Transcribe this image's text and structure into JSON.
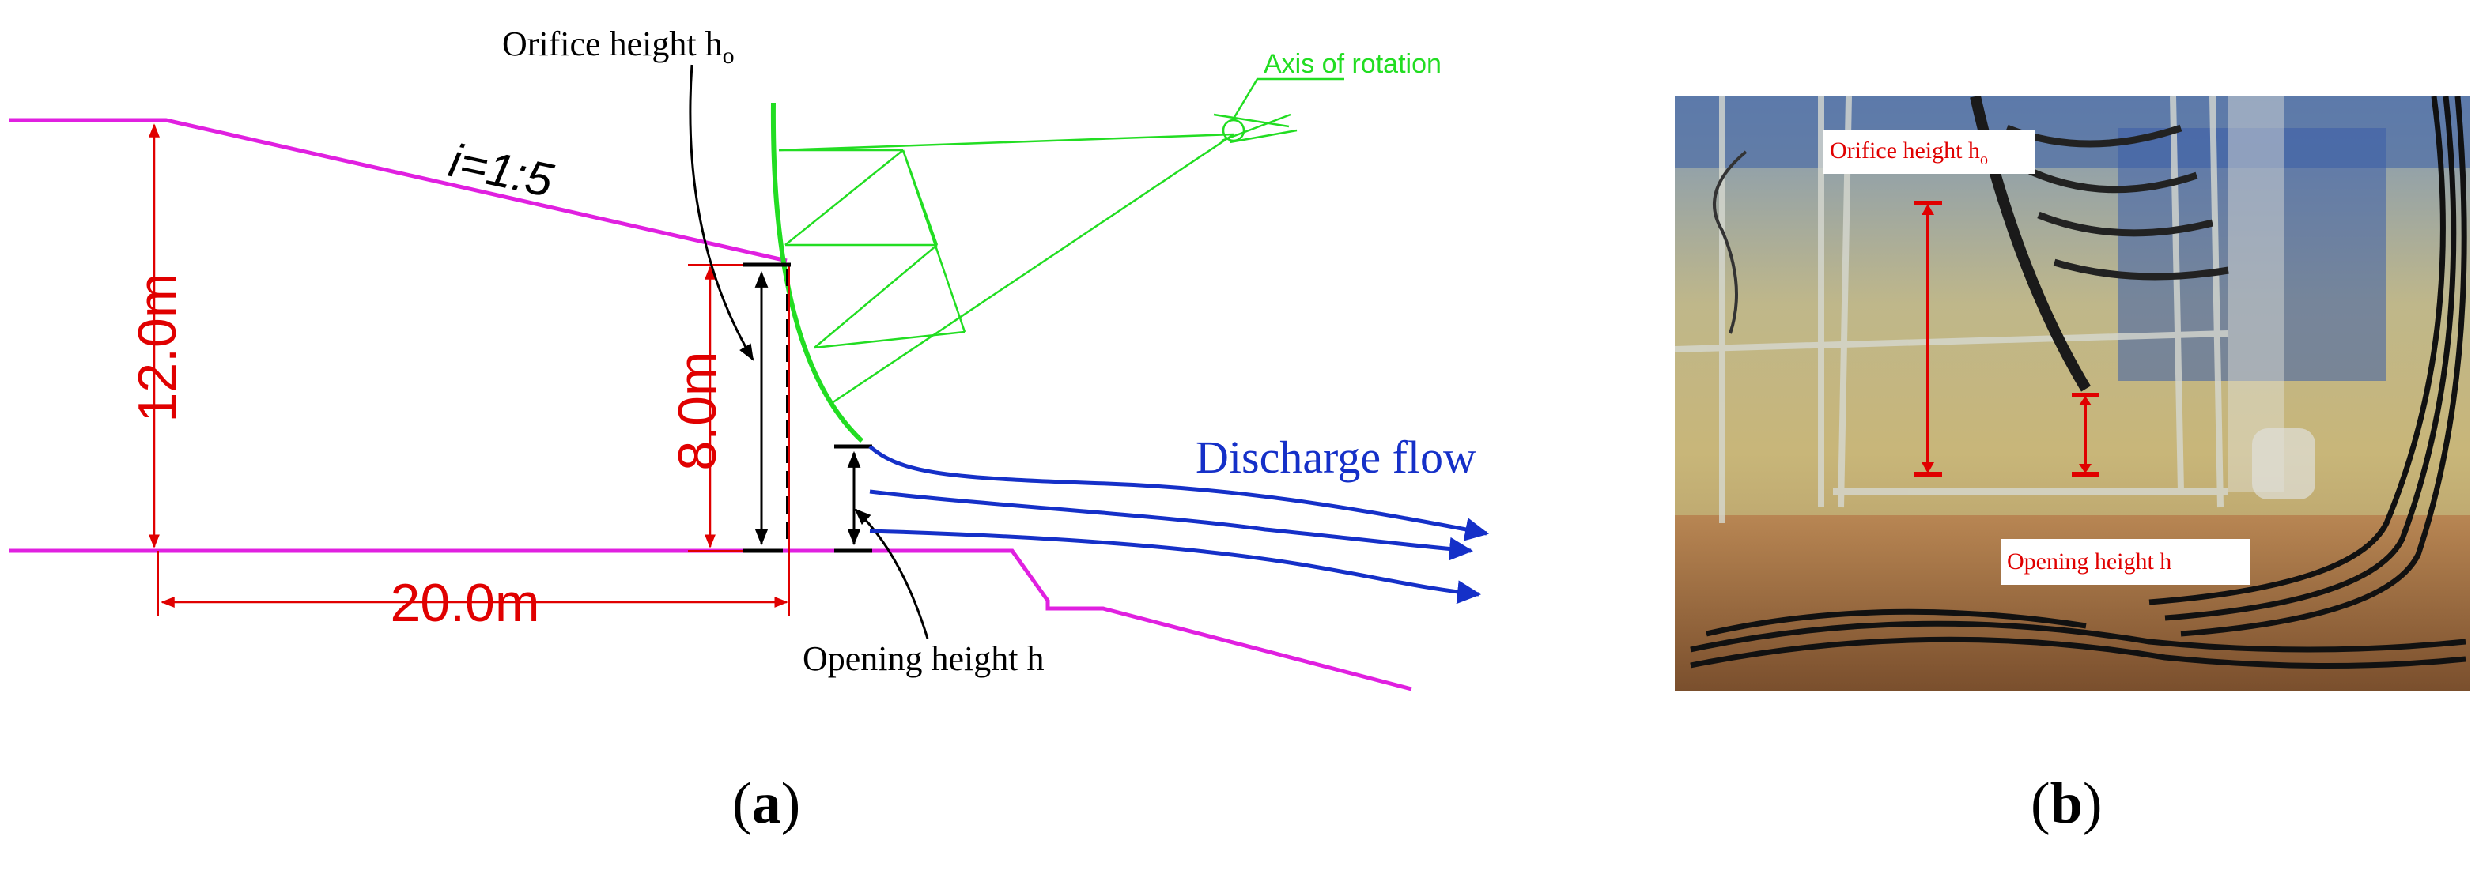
{
  "colors": {
    "boundary": "#e020e0",
    "dimension": "#e00000",
    "gate": "#22dd22",
    "flow": "#1530c8",
    "black": "#000000"
  },
  "diagram_a": {
    "slope_label": "i=1:5",
    "dim_upstream_depth": "12.0m",
    "dim_orifice": "8.0m",
    "dim_length": "20.0m",
    "orifice_label_main": "Orifice height h",
    "orifice_label_sub": "o",
    "axis_label": "Axis of rotation",
    "flow_label": "Discharge flow",
    "opening_label": "Opening height h"
  },
  "photo_b": {
    "orifice_label_main": "Orifice height h",
    "orifice_label_sub": "o",
    "opening_label": "Opening height h"
  },
  "captions": {
    "a_open": "(",
    "a_letter": "a",
    "a_close": ")",
    "b_open": "(",
    "b_letter": "b",
    "b_close": ")"
  }
}
